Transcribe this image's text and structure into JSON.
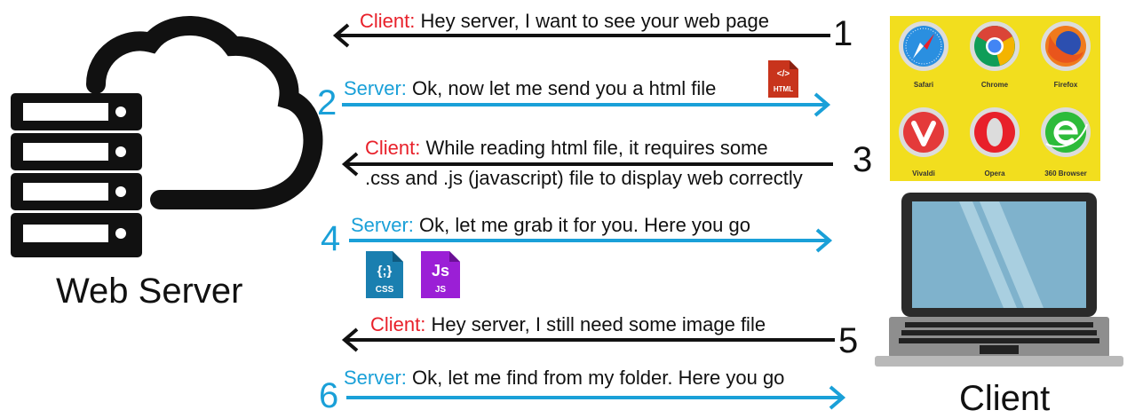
{
  "messages": [
    {
      "step": "1",
      "speaker": "Client:",
      "text": " Hey server, I want to see your web page"
    },
    {
      "step": "2",
      "speaker": "Server:",
      "text": " Ok, now let me send you a html file"
    },
    {
      "step": "3",
      "speaker": "Client:",
      "text": " While reading html file,  it requires some",
      "text2": ".css and .js (javascript) file to display web correctly"
    },
    {
      "step": "4",
      "speaker": "Server:",
      "text": " Ok, let me grab it for you. Here you go"
    },
    {
      "step": "5",
      "speaker": "Client:",
      "text": " Hey server, I still need some image file"
    },
    {
      "step": "6",
      "speaker": "Server:",
      "text": " Ok, let me find from my folder. Here you go"
    }
  ],
  "server_caption": "Web Server",
  "client_caption": "Client",
  "browsers": [
    "Safari",
    "Chrome",
    "Firefox",
    "Vivaldi",
    "Opera",
    "360 Browser"
  ],
  "file_icons": {
    "html": "HTML",
    "html_tag": "</>",
    "css": "CSS",
    "css_tag": "{;}",
    "js": "JS",
    "js_tag": "Js"
  },
  "colors": {
    "client": "#e8202a",
    "server": "#1aa0d8",
    "browser_panel": "#f2de1e"
  }
}
